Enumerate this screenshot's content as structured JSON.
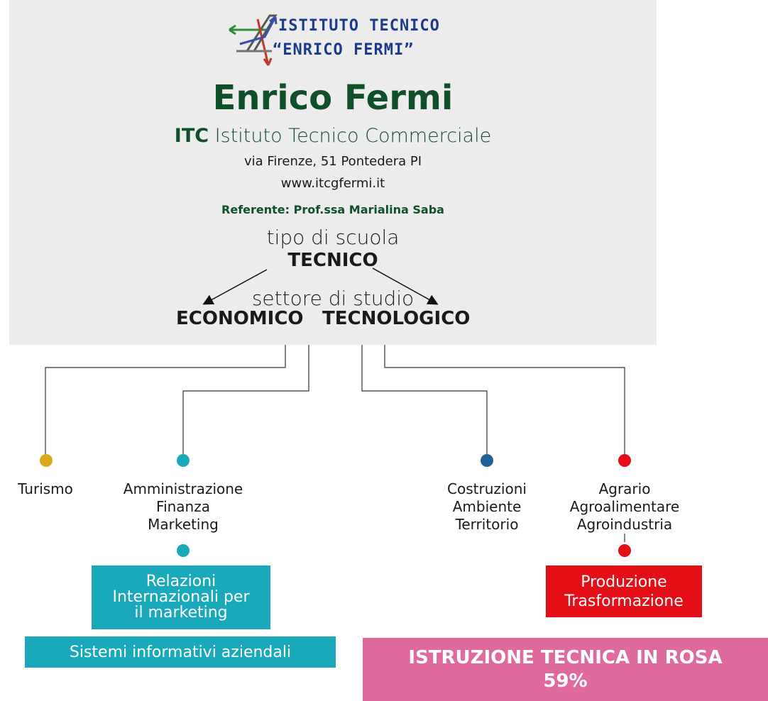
{
  "logo": {
    "line1": "ISTITUTO TECNICO",
    "line2": "“ENRICO FERMI”"
  },
  "header": {
    "name": "Enrico Fermi",
    "type_abbr": "ITC",
    "type_full": "Istituto Tecnico Commerciale",
    "address": "via Firenze, 51 Pontedera PI",
    "website": "www.itcgfermi.it",
    "referent": "Referente: Prof.ssa Marialina Saba"
  },
  "school_type": {
    "label": "tipo di scuola",
    "value": "TECNICO"
  },
  "sector": {
    "label": "settore di studio",
    "economico": "ECONOMICO",
    "tecnologico": "TECNOLOGICO"
  },
  "branches": {
    "turismo": "Turismo",
    "afm": "Amministrazione\nFinanza\nMarketing",
    "cat": "Costruzioni\nAmbiente\nTerritorio",
    "agrario": "Agrario\nAgroalimentare\nAgroindustria"
  },
  "sub_branches": {
    "rim": "Relazioni\nInternazionali per\nil marketing",
    "sia": "Sistemi informativi aziendali",
    "produzione": "Produzione\nTrasformazione"
  },
  "women_box": {
    "title": "ISTRUZIONE TECNICA IN ROSA",
    "percent": "59%"
  },
  "colors": {
    "header_bg": "#ececec",
    "green": "#0f4f2a",
    "turismo": "#d8a91a",
    "afm": "#1aa9ba",
    "cat": "#1f6296",
    "agrario": "#e30e16",
    "pink": "#de6a9e"
  }
}
